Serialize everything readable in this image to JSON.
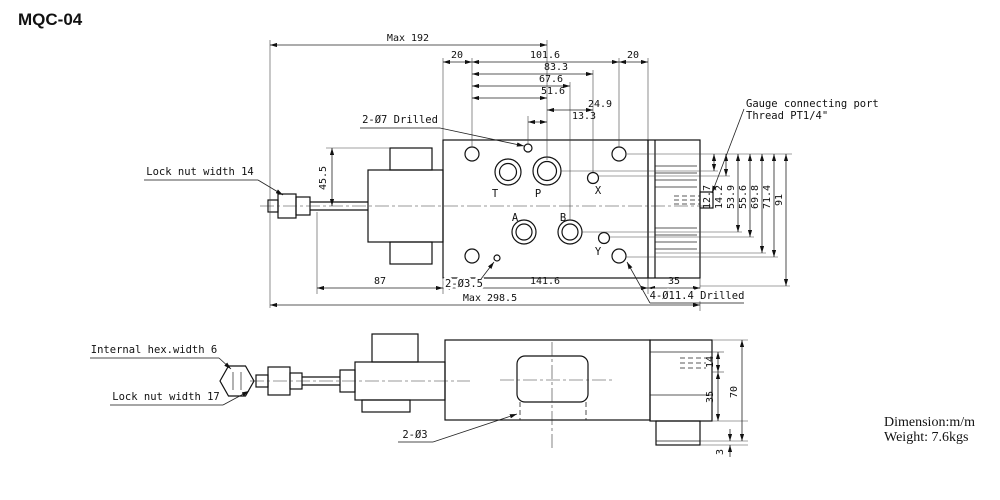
{
  "title": "MQC-04",
  "footer": {
    "dimension_note": "Dimension:m/m",
    "weight_note": "Weight: 7.6kgs"
  },
  "top_view": {
    "ports": {
      "t": "T",
      "p": "P",
      "a": "A",
      "b": "B",
      "x": "X",
      "y": "Y"
    },
    "callouts": {
      "lock_nut": "Lock nut width 14",
      "drilled_7": "2-Ø7 Drilled",
      "gauge_line1": "Gauge connecting port",
      "gauge_line2": "Thread PT1/4\"",
      "drilled_3_5": "2-Ø3.5",
      "drilled_11_4": "4-Ø11.4 Drilled"
    },
    "dims": {
      "max_width": "Max 192",
      "d20_left": "20",
      "d101_6": "101.6",
      "d20_right": "20",
      "d83_3": "83.3",
      "d67_6": "67.6",
      "d51_6": "51.6",
      "d24_9": "24.9",
      "d13_3": "13.3",
      "d45_5": "45.5",
      "d12_7": "12.7",
      "d14_2": "14.2",
      "d53_9": "53.9",
      "d55_6": "55.6",
      "d69_8": "69.8",
      "d71_4": "71.4",
      "d91": "91",
      "d87": "87",
      "d141_6": "141.6",
      "d35": "35",
      "max_length": "Max 298.5"
    }
  },
  "side_view": {
    "callouts": {
      "internal_hex": "Internal hex.width 6",
      "lock_nut": "Lock nut width 17",
      "drilled_3": "2-Ø3"
    },
    "dims": {
      "d14": "14",
      "d35": "35",
      "d70": "70",
      "d3": "3"
    }
  }
}
